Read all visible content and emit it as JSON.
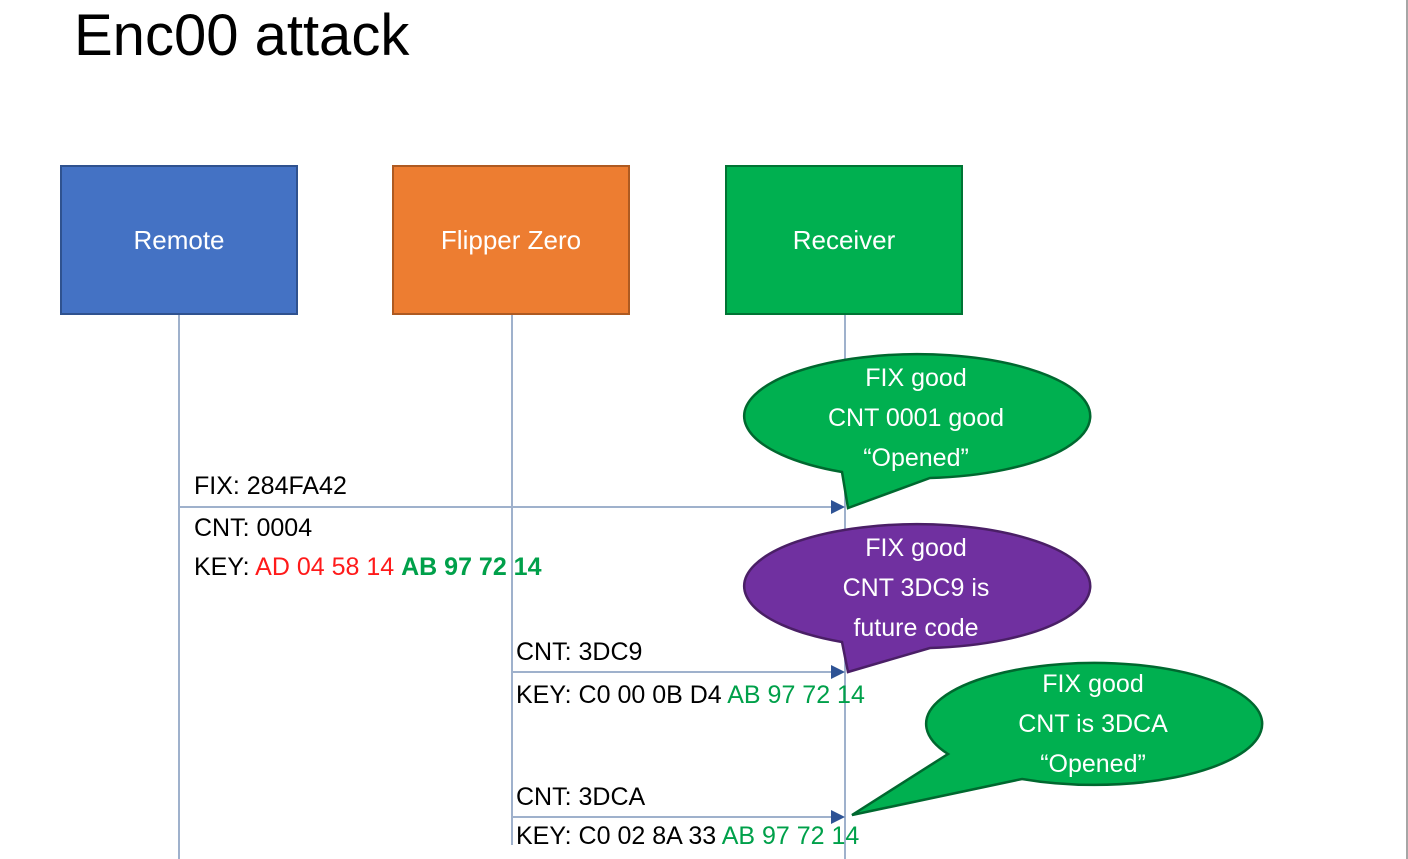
{
  "title": "Enc00 attack",
  "colors": {
    "remote_fill": "#4472C4",
    "flipper_fill": "#ED7D31",
    "receiver_fill": "#00B050",
    "purple_fill": "#7030A0",
    "red_text": "#FF1A1A",
    "green_text": "#00A04A",
    "connector": "#9FB1CC",
    "arrowhead": "#2E5395"
  },
  "actors": [
    {
      "label": "Remote"
    },
    {
      "label": "Flipper Zero"
    },
    {
      "label": "Receiver"
    }
  ],
  "messages": [
    {
      "fix": "FIX: 284FA42",
      "cnt": "CNT: 0004",
      "key_black": "KEY: ",
      "key_red": "AD 04 58 14 ",
      "key_green": "AB 97 72 14"
    },
    {
      "cnt": "CNT: 3DC9",
      "key_black": "KEY: C0 00 0B D4 ",
      "key_green": "AB 97 72 14"
    },
    {
      "cnt": "CNT: 3DCA",
      "key_black": "KEY: C0 02 8A 33 ",
      "key_green": "AB 97 72 14"
    }
  ],
  "callouts": [
    {
      "fill": "#00B050",
      "line1": "FIX good",
      "line2": "CNT 0001 good",
      "line3": "“Opened”"
    },
    {
      "fill": "#7030A0",
      "line1": "FIX good",
      "line2": "CNT 3DC9 is",
      "line3": "future code"
    },
    {
      "fill": "#00B050",
      "line1": "FIX good",
      "line2": "CNT is 3DCA",
      "line3": "“Opened”"
    }
  ]
}
